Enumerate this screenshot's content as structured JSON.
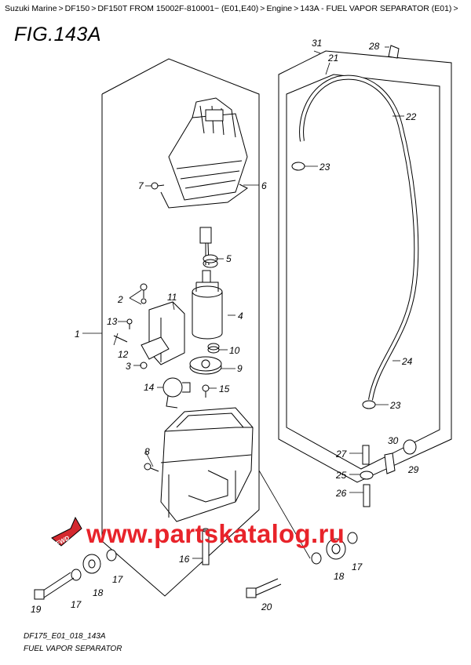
{
  "breadcrumb": [
    "Suzuki Marine",
    "DF150",
    "DF150T FROM 15002F-810001~ (E01,E40)",
    "Engine",
    "143A - FUEL VAPOR SEPARATOR (E01)"
  ],
  "breadcrumb_sep": ">",
  "figure_title": "FIG.143A",
  "figure_code": "DF175_E01_018_143A",
  "caption": "FUEL VAPOR SEPARATOR",
  "watermark": "www.partskatalog.ru",
  "fwd_label": "FWD",
  "callouts": {
    "c1": "1",
    "c2": "2",
    "c3": "3",
    "c4": "4",
    "c5": "5",
    "c6": "6",
    "c7": "7",
    "c8": "8",
    "c9": "9",
    "c10": "10",
    "c11": "11",
    "c12": "12",
    "c13": "13",
    "c14": "14",
    "c15": "15",
    "c16": "16",
    "c17a": "17",
    "c17b": "17",
    "c17c": "17",
    "c18a": "18",
    "c18b": "18",
    "c19": "19",
    "c20": "20",
    "c21": "21",
    "c22": "22",
    "c23a": "23",
    "c23b": "23",
    "c24": "24",
    "c25": "25",
    "c26": "26",
    "c27": "27",
    "c28": "28",
    "c29": "29",
    "c30": "30",
    "c31": "31"
  }
}
